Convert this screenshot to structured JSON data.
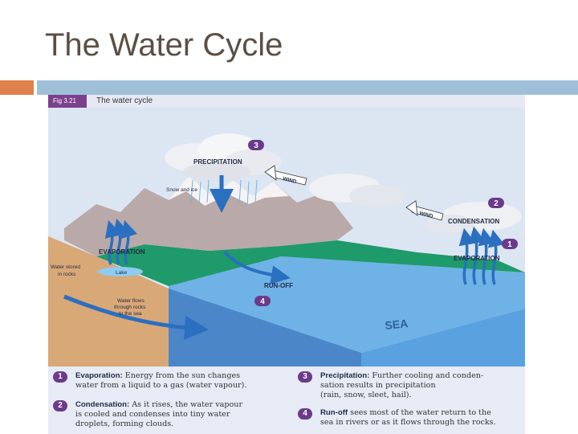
{
  "title": "The Water Cycle",
  "figure": {
    "number": "Fig 3.21",
    "caption": "The water cycle"
  },
  "diagram": {
    "labels": {
      "precipitation": "PRECIPITATION",
      "snow_and_ice": "Snow and ice",
      "wind_1": "WIND",
      "wind_2": "WIND",
      "condensation": "CONDENSATION",
      "evaporation_left": "EVAPORATION",
      "evaporation_right": "EVAPORATION",
      "water_stored_line1": "Water stored",
      "water_stored_line2": "in rocks",
      "lake": "Lake",
      "run_off": "RUN-OFF",
      "flows_line1": "Water flows",
      "flows_line2": "through rocks",
      "flows_line3": "to the sea",
      "sea": "SEA"
    },
    "badges": {
      "b1": "1",
      "b2": "2",
      "b3": "3",
      "b4": "4"
    }
  },
  "legend": [
    {
      "number": "1",
      "title": "Evaporation:",
      "line1": "Energy from the sun changes",
      "line2": "water from a liquid to a gas (water vapour).",
      "line3": ""
    },
    {
      "number": "2",
      "title": "Condensation:",
      "line1": "As it rises, the water vapour",
      "line2": "is cooled and condenses into tiny water",
      "line3": "droplets, forming clouds."
    },
    {
      "number": "3",
      "title": "Precipitation:",
      "line1": "Further cooling and conden-",
      "line2": "sation results in precipitation",
      "line3": "(rain, snow, sleet, hail)."
    },
    {
      "number": "4",
      "title": "Run-off",
      "line1": "sees most of the water return to the",
      "line2": "sea in rivers or as it flows through the rocks.",
      "line3": ""
    }
  ],
  "colors": {
    "title_text": "#5b4f45",
    "accent_orange": "#e0804a",
    "accent_blue": "#9fbfd8",
    "badge_purple": "#6b3a8a",
    "sea": "#5ea3dc",
    "land_green": "#1f9a6a",
    "arrow_blue": "#2a6fc0"
  }
}
